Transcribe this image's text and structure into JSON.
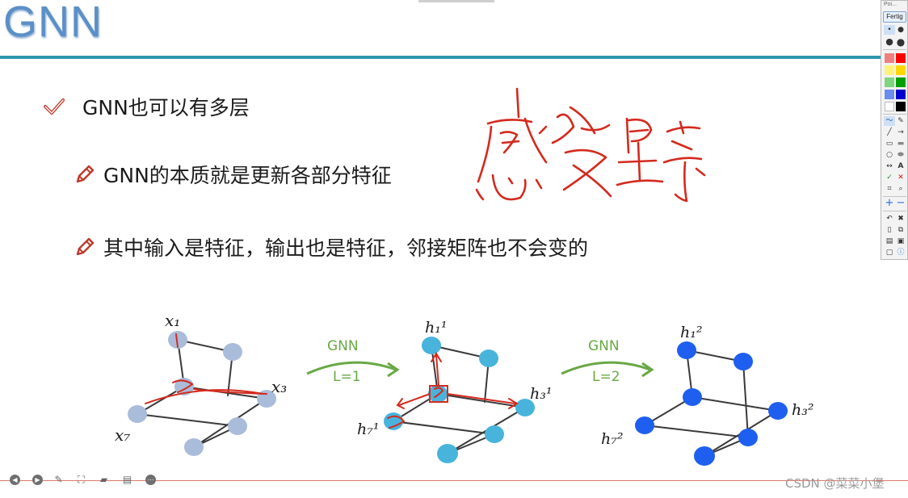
{
  "slide": {
    "title": "GNN",
    "bullets": [
      "GNN也可以有多层",
      "GNN的本质就是更新各部分特征",
      "其中输入是特征，输出也是特征，邻接矩阵也不会变的"
    ]
  },
  "toolbox": {
    "title": "Poi...",
    "done_label": "Fertig",
    "colors": [
      "#f08080",
      "#ff0000",
      "#fff27a",
      "#ffd700",
      "#7fd67f",
      "#00a000",
      "#6d8cf0",
      "#0000cc",
      "#ffffff",
      "#000000"
    ],
    "tools": [
      "highlighter",
      "pen",
      "line",
      "arrow",
      "rectangle",
      "filled-rectangle",
      "ellipse",
      "filled-ellipse",
      "double-arrow",
      "text",
      "check",
      "cross",
      "crop",
      "zoom",
      "zoom-in",
      "zoom-out",
      "undo",
      "delete",
      "new",
      "copy",
      "print",
      "save",
      "screenshot",
      "info"
    ]
  },
  "diagram": {
    "arrows": [
      {
        "top": "GNN",
        "bottom": "L=1"
      },
      {
        "top": "GNN",
        "bottom": "L=2"
      }
    ],
    "graph1": {
      "labels": [
        "x₁",
        "x₃",
        "x₇"
      ],
      "node_color": "#a9bcd9"
    },
    "graph2": {
      "labels": [
        "h₁¹",
        "h₃¹",
        "h₇¹"
      ],
      "node_color": "#48b4dc"
    },
    "graph3": {
      "labels": [
        "h₁²",
        "h₃²",
        "h₇²"
      ],
      "node_color": "#1e5ff0"
    },
    "annotation_color": "#d42a1e"
  },
  "handwriting_color": "#d42a1e",
  "navigation": [
    "previous",
    "next",
    "pen",
    "fit-screen",
    "camera",
    "notes",
    "more"
  ],
  "watermark": "CSDN @菜菜小堡"
}
